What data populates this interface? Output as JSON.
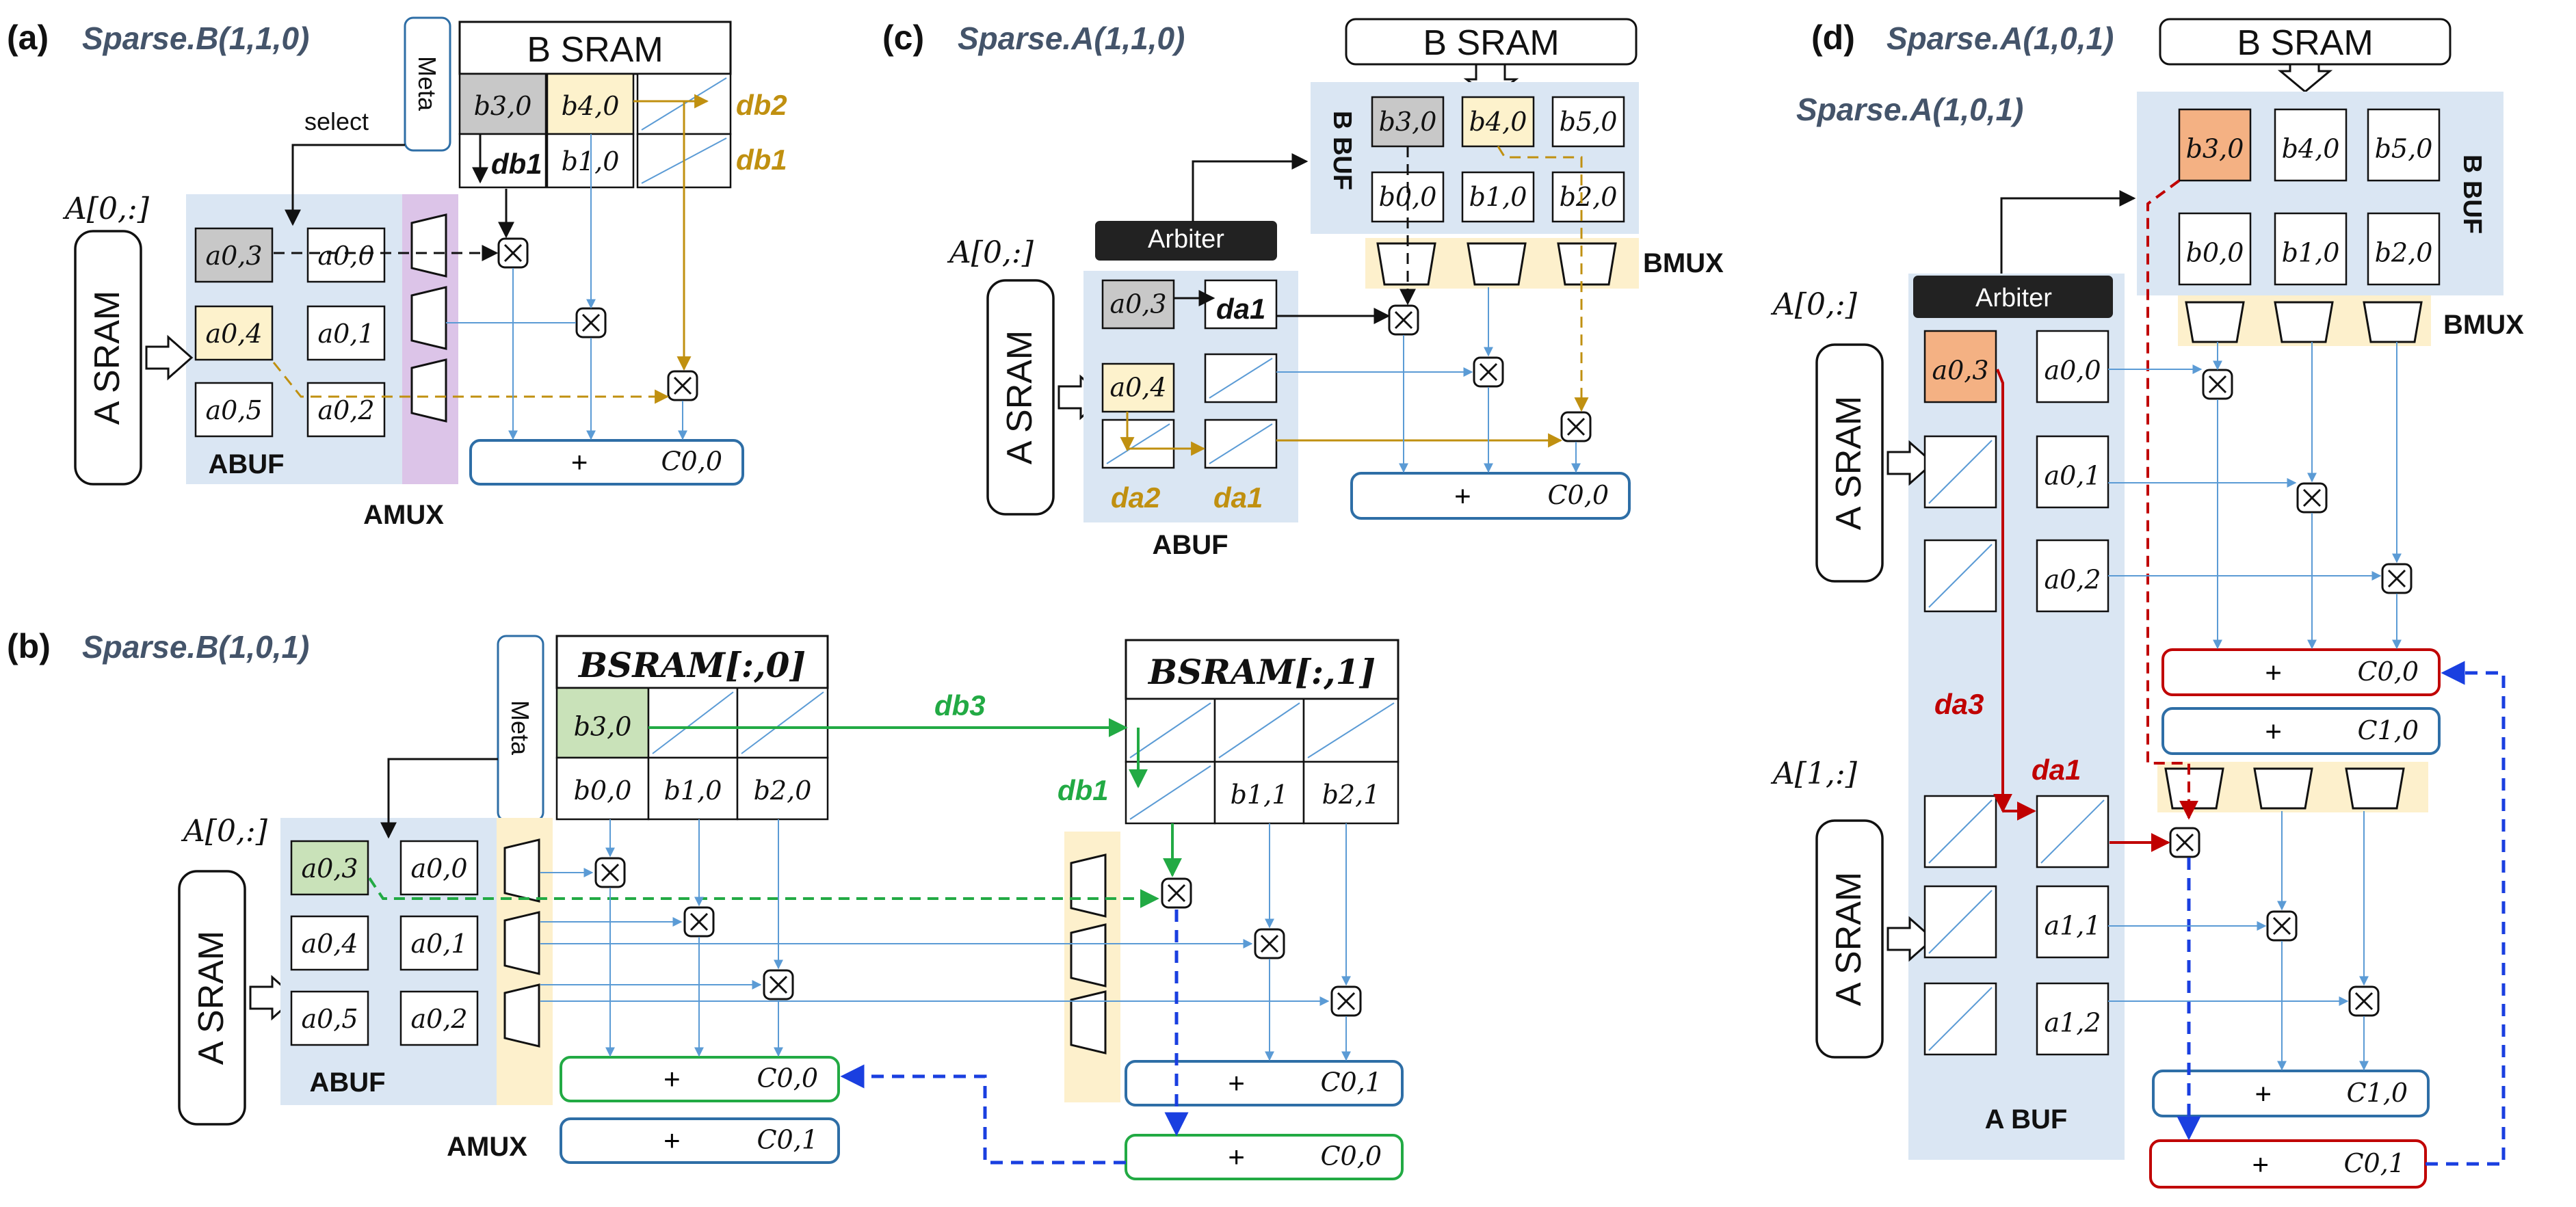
{
  "panels": {
    "a": {
      "tag": "(a)",
      "name": "Sparse.B(1,1,0)",
      "bsram": "B SRAM",
      "meta": "Meta",
      "select": "select",
      "arow": "A[0,:]",
      "asram": "A SRAM",
      "abuf": "ABUF",
      "amux": "AMUX",
      "b": [
        "b3,0",
        "b4,0",
        "b1,0"
      ],
      "a": [
        "a0,3",
        "a0,0",
        "a0,4",
        "a0,1",
        "a0,5",
        "a0,2"
      ],
      "db1": "db1",
      "db2": "db2",
      "db1y": "db1",
      "out": "C0,0"
    },
    "b": {
      "tag": "(b)",
      "name": "Sparse.B(1,0,1)",
      "bsram0": "BSRAM[:,0]",
      "bsram1": "BSRAM[:,1]",
      "meta": "Meta",
      "arow": "A[0,:]",
      "asram": "A SRAM",
      "abuf": "ABUF",
      "amux": "AMUX",
      "b0": [
        "b3,0",
        "b0,0",
        "b1,0",
        "b2,0"
      ],
      "b1": [
        "b1,1",
        "b2,1"
      ],
      "a": [
        "a0,3",
        "a0,0",
        "a0,4",
        "a0,1",
        "a0,5",
        "a0,2"
      ],
      "db3": "db3",
      "db1": "db1",
      "out": [
        "C0,0",
        "C0,1",
        "C0,1",
        "C0,0"
      ]
    },
    "c": {
      "tag": "(c)",
      "name": "Sparse.A(1,1,0)",
      "bsram": "B SRAM",
      "bbuf": "B BUF",
      "arbiter": "Arbiter",
      "arow": "A[0,:]",
      "asram": "A SRAM",
      "abuf": "ABUF",
      "bmux": "BMUX",
      "b": [
        "b3,0",
        "b4,0",
        "b5,0",
        "b0,0",
        "b1,0",
        "b2,0"
      ],
      "a": [
        "a0,3",
        "a0,4"
      ],
      "da1": "da1",
      "da2": "da2",
      "da1y": "da1",
      "out": "C0,0"
    },
    "d": {
      "tag": "(d)",
      "name": "Sparse.A(1,0,1)",
      "bsram": "B SRAM",
      "bbuf": "B BUF",
      "arbiter": "Arbiter",
      "arow0": "A[0,:]",
      "arow1": "A[1,:]",
      "asram": "A SRAM",
      "abuf": "A BUF",
      "bmux": "BMUX",
      "b": [
        "b3,0",
        "b4,0",
        "b5,0",
        "b0,0",
        "b1,0",
        "b2,0"
      ],
      "a": [
        "a0,3",
        "a0,0",
        "a0,1",
        "a0,2",
        "a1,1",
        "a1,2"
      ],
      "da3": "da3",
      "da1": "da1",
      "out": [
        "C0,0",
        "C1,0",
        "C1,0",
        "C0,1"
      ]
    }
  },
  "colors": {
    "buf": "#dae6f3",
    "mux": "#fdf0cc",
    "amux": "#dcc4e8",
    "gold": "#c09010",
    "green": "#22aa44",
    "red": "#c00000",
    "blue": "#1a3fe0",
    "line": "#5b9bd5",
    "hiGray": "#c8c8c8",
    "hiYellow": "#fdf2cc",
    "hiGreen": "#c9e2b9",
    "hiOrange": "#f4b183",
    "title": "#44546a",
    "outBlue": "#2e6ea6"
  }
}
